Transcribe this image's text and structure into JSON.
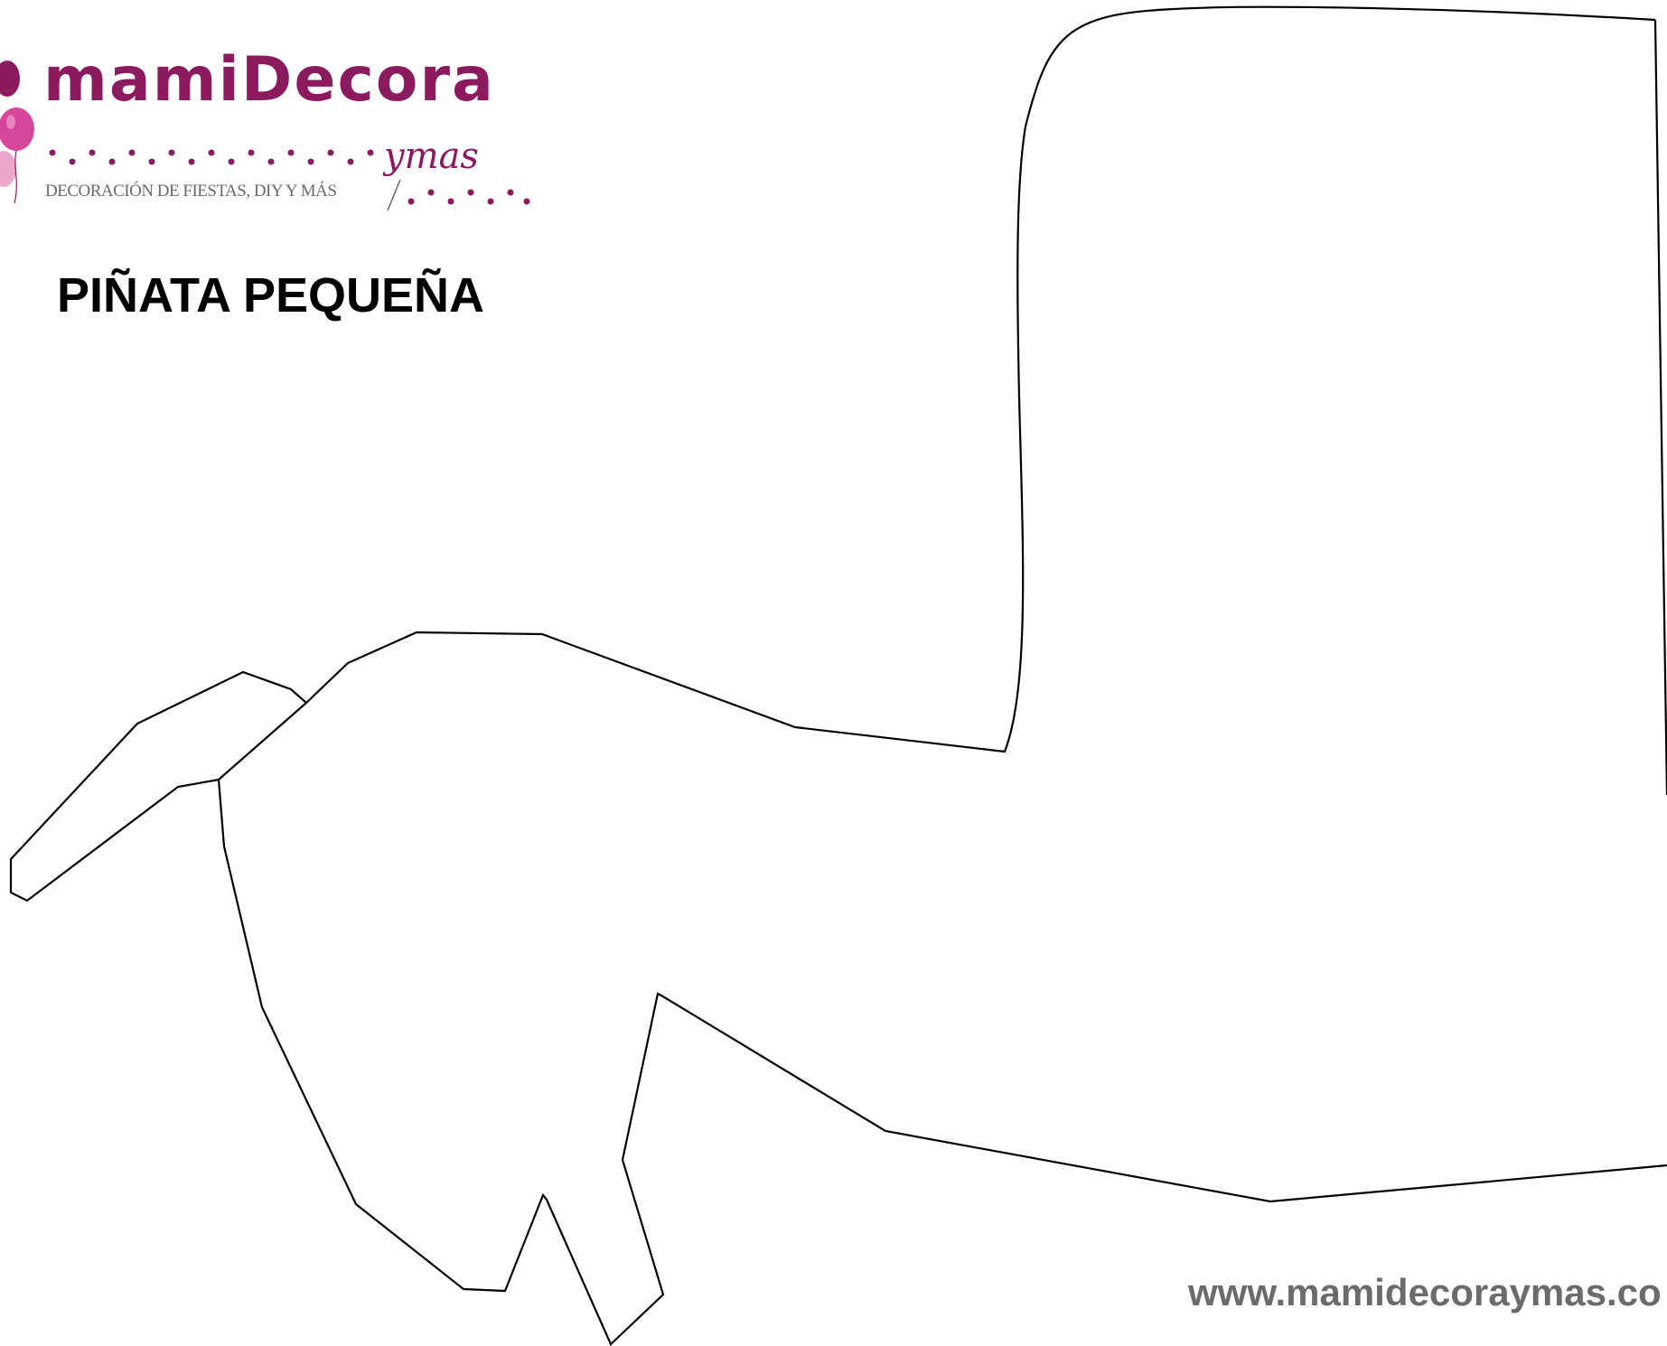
{
  "brand": {
    "name": "mamiDecora",
    "suffix": "ymas",
    "tagline": "DECORACIÓN DE FIESTAS, DIY Y MÁS",
    "primary_color": "#8b1a5e",
    "balloon_color": "#d6479b",
    "text_gray": "#6b6b6b"
  },
  "title": "PIÑATA PEQUEÑA",
  "footer": {
    "url": "www.mamidecoraymas.co"
  }
}
